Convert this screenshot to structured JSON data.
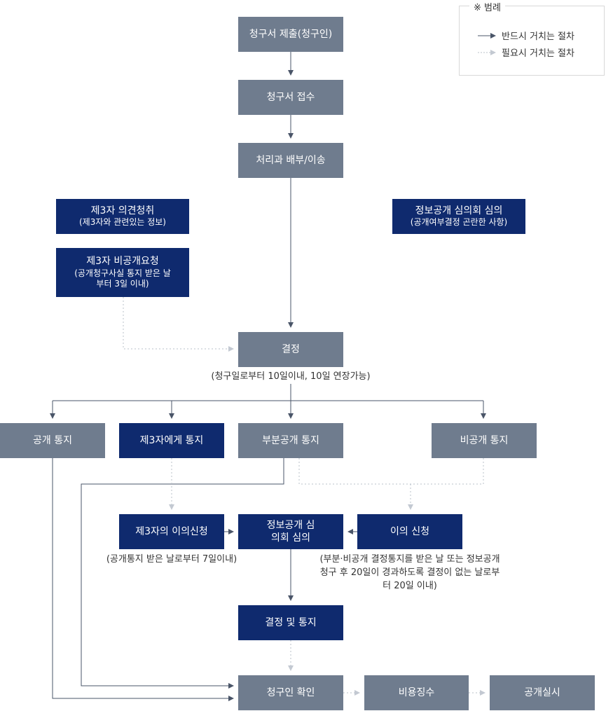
{
  "legend": {
    "title": "※ 범례",
    "solid_label": "반드시 거치는 절차",
    "dotted_label": "필요시 거치는 절차"
  },
  "nodes": {
    "submit": "청구서 제출(청구인)",
    "receipt": "청구서 접수",
    "transfer": "처리과 배부/이송",
    "third_opinion": {
      "title": "제3자 의견청취",
      "sub": "(제3자와 관련있는 정보)"
    },
    "third_nondisclosure": {
      "title": "제3자 비공개요청",
      "sub": "(공개청구사실 통지 받은 날부터 3일 이내)"
    },
    "committee_review": {
      "title": "정보공개 심의회 심의",
      "sub": "(공개여부결정 곤란한 사항)"
    },
    "decision": "결정",
    "disclosure_notice": "공개 통지",
    "third_notice": "제3자에게 통지",
    "partial_notice": "부분공개 통지",
    "nondisclosure_notice": "비공개 통지",
    "third_objection": "제3자의 이의신청",
    "committee_deliberation": "정보공개 심의회 심의",
    "objection": "이의 신청",
    "decision_notice": "결정 및 통지",
    "confirm": "청구인 확인",
    "fee": "비용징수",
    "execution": "공개실시"
  },
  "notes": {
    "decision": "(청구일로부터 10일이내, 10일 연장가능)",
    "third_objection": "(공개통지 받은 날로부터 7일이내)",
    "objection": "(부분·비공개 결정통지를 받은 날 또는 정보공개 청구 후 20일이 경과하도록 결정이 없는 날로부터 20일 이내)"
  },
  "colors": {
    "gray_box": "#6f7c8e",
    "navy_box": "#0f2a6e",
    "solid_line": "#4a5568",
    "dotted_line": "#b9c0ca"
  }
}
